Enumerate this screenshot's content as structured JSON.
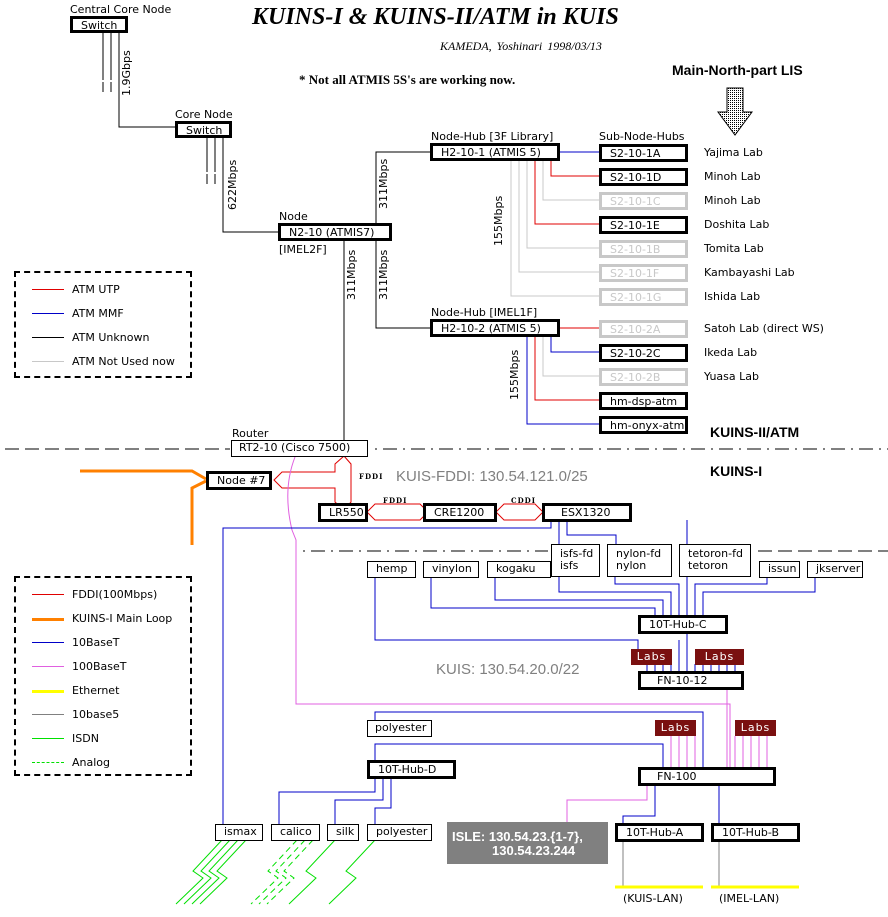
{
  "header": {
    "title": "KUINS-I & KUINS-II/ATM in KUIS",
    "author_date": "KAMEDA, Yoshinari    1998/03/13",
    "note": "* Not all ATMIS 5S's are working now.",
    "lis_label": "Main-North-part LIS"
  },
  "colors": {
    "atm_utp": "#e00000",
    "atm_mmf": "#0000c8",
    "atm_unknown": "#000000",
    "atm_unused": "#c8c8c8",
    "fddi": "#e00000",
    "main_loop": "#ff8000",
    "tenbaset": "#0000c8",
    "hundredbaset": "#e060e0",
    "ethernet": "#ffff00",
    "tenbase5": "#808080",
    "isdn": "#00e000",
    "labs_bg": "#7a1010",
    "isle_bg": "#808080"
  },
  "atm": {
    "central_core": {
      "caption": "Central Core Node",
      "label": "Switch"
    },
    "core": {
      "caption": "Core Node",
      "label": "Switch"
    },
    "speed_19": "1.9Gbps",
    "speed_622": "622Mbps",
    "speed_311": "311Mbps",
    "speed_155": "155Mbps",
    "node": {
      "caption": "Node",
      "label": "N2-10 (ATMIS7)",
      "location": "[IMEL2F]"
    },
    "hub1": {
      "caption": "Node-Hub   [3F Library]",
      "label": "H2-10-1 (ATMIS 5)"
    },
    "hub2": {
      "caption": "Node-Hub   [IMEL1F]",
      "label": "H2-10-2 (ATMIS 5)"
    },
    "sub_hubs_caption": "Sub-Node-Hubs",
    "sub_hubs": [
      {
        "label": "S2-10-1A",
        "lab": "Yajima Lab",
        "link": "mmf",
        "active": true
      },
      {
        "label": "S2-10-1D",
        "lab": "Minoh Lab",
        "link": "utp",
        "active": true
      },
      {
        "label": "S2-10-1C",
        "lab": "Minoh Lab",
        "link": "unused",
        "active": false
      },
      {
        "label": "S2-10-1E",
        "lab": "Doshita Lab",
        "link": "utp",
        "active": true
      },
      {
        "label": "S2-10-1B",
        "lab": "Tomita Lab",
        "link": "unused",
        "active": false
      },
      {
        "label": "S2-10-1F",
        "lab": "Kambayashi Lab",
        "link": "unused",
        "active": false
      },
      {
        "label": "S2-10-1G",
        "lab": "Ishida Lab",
        "link": "unused",
        "active": false
      },
      {
        "label": "S2-10-2A",
        "lab": "Satoh Lab  (direct WS)",
        "link": "utp",
        "active": false
      },
      {
        "label": "S2-10-2C",
        "lab": "Ikeda Lab",
        "link": "mmf",
        "active": true
      },
      {
        "label": "S2-10-2B",
        "lab": "Yuasa Lab",
        "link": "unused",
        "active": false
      },
      {
        "label": "hm-dsp-atm",
        "lab": "",
        "link": "utp",
        "active": true
      },
      {
        "label": "hm-onyx-atm",
        "lab": "",
        "link": "mmf",
        "active": true
      }
    ],
    "section_label": "KUINS-II/ATM"
  },
  "legend_atm": [
    {
      "label": "ATM UTP",
      "color": "#e00000",
      "style": "solid"
    },
    {
      "label": "ATM MMF",
      "color": "#0000c8",
      "style": "solid"
    },
    {
      "label": "ATM Unknown",
      "color": "#000000",
      "style": "solid"
    },
    {
      "label": "ATM Not Used now",
      "color": "#c8c8c8",
      "style": "solid"
    }
  ],
  "kuins1": {
    "section_label": "KUINS-I",
    "router": {
      "caption": "Router",
      "label": "RT2-10 (Cisco 7500)"
    },
    "node7": "Node #7",
    "fddi_net": "KUIS-FDDI: 130.54.121.0/25",
    "fddi_tag": "FDDI",
    "fddi_tag_alt": "CDDI",
    "lr550": "LR550",
    "cre1200": "CRE1200",
    "esx1320": "ESX1320",
    "hosts_top": [
      "hemp",
      "vinylon",
      "kogaku",
      "issun",
      "jkserver"
    ],
    "dual_hosts": [
      {
        "line1": "isfs-fd",
        "line2": "isfs"
      },
      {
        "line1": "nylon-fd",
        "line2": "nylon"
      },
      {
        "line1": "tetoron-fd",
        "line2": "tetoron"
      }
    ],
    "hub_c": "10T-Hub-C",
    "kuis_net": "KUIS: 130.54.20.0/22",
    "labs": "Labs",
    "fn1012": "FN-10-12",
    "fn100": "FN-100",
    "polyester": "polyester",
    "hub_d": "10T-Hub-D",
    "hosts_bottom": [
      "ismax",
      "calico",
      "silk",
      "polyester"
    ],
    "isle_line1": "ISLE: 130.54.23.{1-7},",
    "isle_line2": "130.54.23.244",
    "hub_a": "10T-Hub-A",
    "hub_b": "10T-Hub-B",
    "lan_a": "(KUIS-LAN)",
    "lan_b": "(IMEL-LAN)"
  },
  "legend_kuins1": [
    {
      "label": "FDDI(100Mbps)",
      "color": "#e00000",
      "style": "solid"
    },
    {
      "label": "KUINS-I Main Loop",
      "color": "#ff8000",
      "style": "thick"
    },
    {
      "label": "10BaseT",
      "color": "#0000c8",
      "style": "solid"
    },
    {
      "label": "100BaseT",
      "color": "#e060e0",
      "style": "solid"
    },
    {
      "label": "Ethernet",
      "color": "#ffff00",
      "style": "thick"
    },
    {
      "label": "10base5",
      "color": "#808080",
      "style": "solid"
    },
    {
      "label": "ISDN",
      "color": "#00e000",
      "style": "solid"
    },
    {
      "label": "Analog",
      "color": "#00e000",
      "style": "dashed"
    }
  ]
}
